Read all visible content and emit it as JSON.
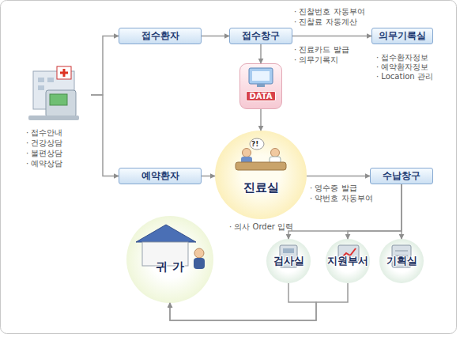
{
  "diagram": {
    "nodes": [
      {
        "text": [
          "· 접수안내",
          "· 건강상담",
          "· 불편상담",
          "· 예약상담"
        ]
      },
      {
        "text": [
          "접수환자"
        ]
      },
      {
        "text": [
          "접수창구"
        ]
      },
      {
        "text": [
          "의무기록실"
        ]
      },
      {
        "text": [
          "DATA"
        ]
      },
      {
        "text": [
          "진료실"
        ]
      },
      {
        "text": [
          "예약환자"
        ]
      },
      {
        "text": [
          "수납창구"
        ]
      },
      {
        "text": [
          "검사실"
        ]
      },
      {
        "text": [
          "지원부서"
        ]
      },
      {
        "text": [
          "기획실"
        ]
      },
      {
        "text": [
          "귀 가"
        ]
      }
    ],
    "edges": [
      {
        "from": 0,
        "to": 1,
        "arrow": "to"
      },
      {
        "from": 0,
        "to": 6,
        "arrow": "to"
      },
      {
        "from": 1,
        "to": 2,
        "arrow": "to"
      },
      {
        "from": 2,
        "to": 3,
        "arrow": "to"
      },
      {
        "from": 2,
        "to": 4,
        "arrow": "to"
      },
      {
        "from": 4,
        "to": 5,
        "arrow": "to"
      },
      {
        "from": 6,
        "to": 5,
        "arrow": "to"
      },
      {
        "from": 5,
        "to": 7,
        "arrow": "to"
      },
      {
        "from": 7,
        "to": 8,
        "arrow": "to"
      },
      {
        "from": 7,
        "to": 9,
        "arrow": "to"
      },
      {
        "from": 7,
        "to": 10,
        "arrow": "to"
      },
      {
        "from": 8,
        "to": 11,
        "arrow": "to"
      },
      {
        "from": 9,
        "to": 11,
        "arrow": "to"
      }
    ],
    "labels": [
      "· 진찰번호 자동부여",
      "· 진찰료 자동계산",
      "· 진료카드 발급",
      "· 의무기록지",
      "· 접수환자정보",
      "· 예약환자정보",
      "· Location 관리",
      "?!",
      "· 영수증 발급",
      "· 약번호 자동부여",
      "· 의사 Order 입력"
    ]
  }
}
